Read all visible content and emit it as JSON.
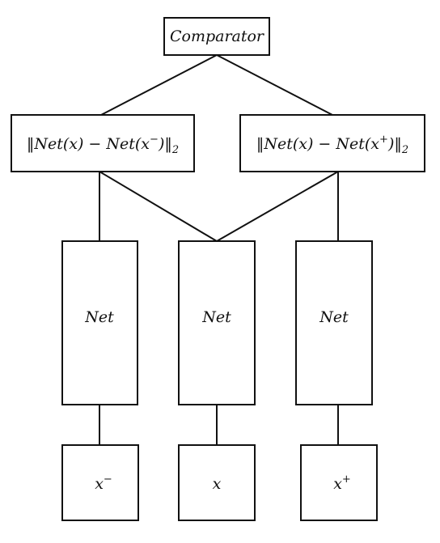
{
  "diagram": {
    "comparator": {
      "label": "Comparator"
    },
    "distances": {
      "negative": {
        "label": "‖Net(x) − Net(x",
        "sup": "−",
        "tail": ")‖",
        "sub": "2"
      },
      "positive": {
        "label": "‖Net(x) − Net(x",
        "sup": "+",
        "tail": ")‖",
        "sub": "2"
      }
    },
    "networks": {
      "left": {
        "label": "Net"
      },
      "middle": {
        "label": "Net"
      },
      "right": {
        "label": "Net"
      }
    },
    "inputs": {
      "negative": {
        "base": "x",
        "sup": "−"
      },
      "anchor": {
        "base": "x"
      },
      "positive": {
        "base": "x",
        "sup": "+"
      }
    },
    "colors": {
      "stroke": "#111111",
      "background": "#ffffff"
    }
  }
}
